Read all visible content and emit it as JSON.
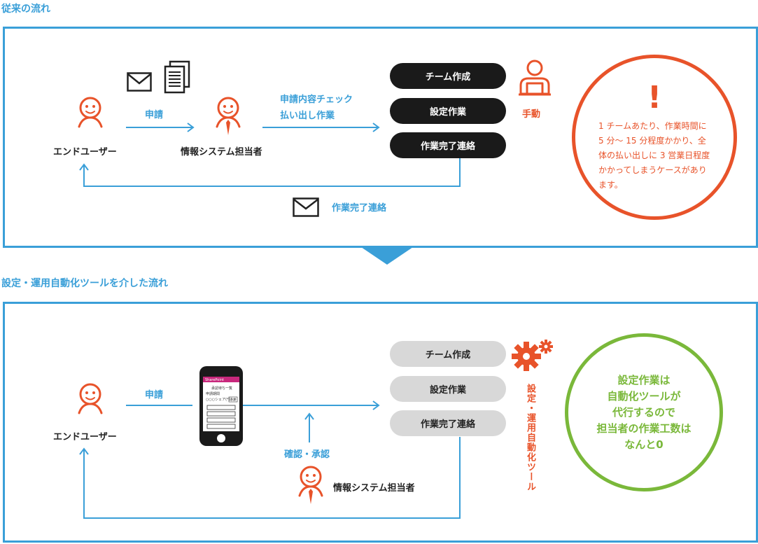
{
  "top": {
    "title": "従来の流れ",
    "end_user": "エンドユーザー",
    "request": "申請",
    "it_staff": "情報システム担当者",
    "check_line1": "申請内容チェック",
    "check_line2": "払い出し作業",
    "tasks": [
      "チーム作成",
      "設定作業",
      "作業完了連絡"
    ],
    "manual": "手動",
    "completion_mail": "作業完了連絡",
    "note": "1 チームあたり、作業時間に 5 分～ 15 分程度かかり、全体の払い出しに 3 営業日程度かかってしまうケースがあります。",
    "exclamation": "!"
  },
  "bottom": {
    "title": "設定・運用自動化ツールを介した流れ",
    "end_user": "エンドユーザー",
    "request": "申請",
    "confirm": "確認・承認",
    "it_staff": "情報システム担当者",
    "tasks": [
      "チーム作成",
      "設定作業",
      "作業完了連絡"
    ],
    "tool": "設定・運用自動化ツール",
    "summary_line1": "設定作業は",
    "summary_line2": "自動化ツールが",
    "summary_line3": "代行するので",
    "summary_line4": "担当者の作業工数は",
    "summary_line5": "なんと0",
    "phone": {
      "app_name": "SharePoint",
      "list_title": "承認待ち一覧",
      "row_label": "申請期間",
      "item_text": "○○○シェア(*1) ＊",
      "item_button": "承認"
    }
  },
  "colors": {
    "blue": "#3a9fd8",
    "orange": "#e8532a",
    "green": "#7ab83a",
    "dark_pill": "#1a1a1a",
    "light_pill": "#d8d8d8"
  }
}
